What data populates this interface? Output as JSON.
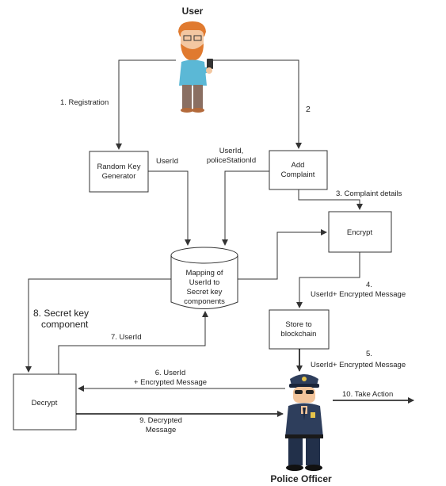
{
  "actors": {
    "user": "User",
    "police": "Police Officer"
  },
  "nodes": {
    "random_key": [
      "Random Key",
      "Generator"
    ],
    "add_complaint": [
      "Add",
      "Complaint"
    ],
    "encrypt": "Encrypt",
    "mapping": [
      "Mapping of",
      "UserId to",
      "Secret key",
      "components"
    ],
    "store": [
      "Store to",
      "blockchain"
    ],
    "decrypt": "Decrypt"
  },
  "edges": {
    "registration": "1. Registration",
    "step2": "2",
    "userid": "UserId",
    "userid_station": [
      "UserId,",
      "policeStationId"
    ],
    "complaint_details": "3. Complaint details",
    "step4": [
      "4.",
      "UserId+ Encrypted Message"
    ],
    "step5": [
      "5.",
      "UserId+ Encrypted Message"
    ],
    "secret_key": [
      "8. Secret key",
      "component"
    ],
    "step7": "7. UserId",
    "step6": [
      "6. UserId",
      "+ Encrypted Message"
    ],
    "step9": [
      "9. Decrypted",
      "Message"
    ],
    "step10": "10. Take Action"
  },
  "colors": {
    "line": "#333333",
    "user_hair": "#e07a2f",
    "user_shirt": "#5bb8d6",
    "user_pants": "#8a6f62",
    "police_uniform": "#2e3e5c",
    "police_skin": "#f2c49b"
  }
}
